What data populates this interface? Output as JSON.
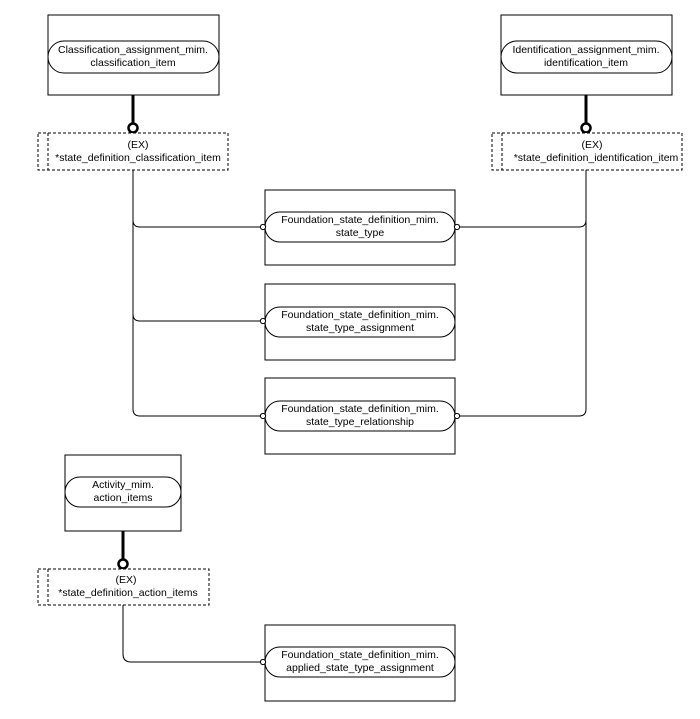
{
  "entities": {
    "classification_item": {
      "line1": "Classification_assignment_mim.",
      "line2": "classification_item"
    },
    "identification_item": {
      "line1": "Identification_assignment_mim.",
      "line2": "identification_item"
    },
    "activity_action_items": {
      "line1": "Activity_mim.",
      "line2": "action_items"
    },
    "state_type": {
      "line1": "Foundation_state_definition_mim.",
      "line2": "state_type"
    },
    "state_type_assignment": {
      "line1": "Foundation_state_definition_mim.",
      "line2": "state_type_assignment"
    },
    "state_type_relationship": {
      "line1": "Foundation_state_definition_mim.",
      "line2": "state_type_relationship"
    },
    "applied_state_type_assignment": {
      "line1": "Foundation_state_definition_mim.",
      "line2": "applied_state_type_assignment"
    }
  },
  "select_types": {
    "classification": {
      "tag": "(EX)",
      "name": "*state_definition_classification_item"
    },
    "identification": {
      "tag": "(EX)",
      "name": "*state_definition_identification_item"
    },
    "action": {
      "tag": "(EX)",
      "name": "*state_definition_action_items"
    }
  }
}
